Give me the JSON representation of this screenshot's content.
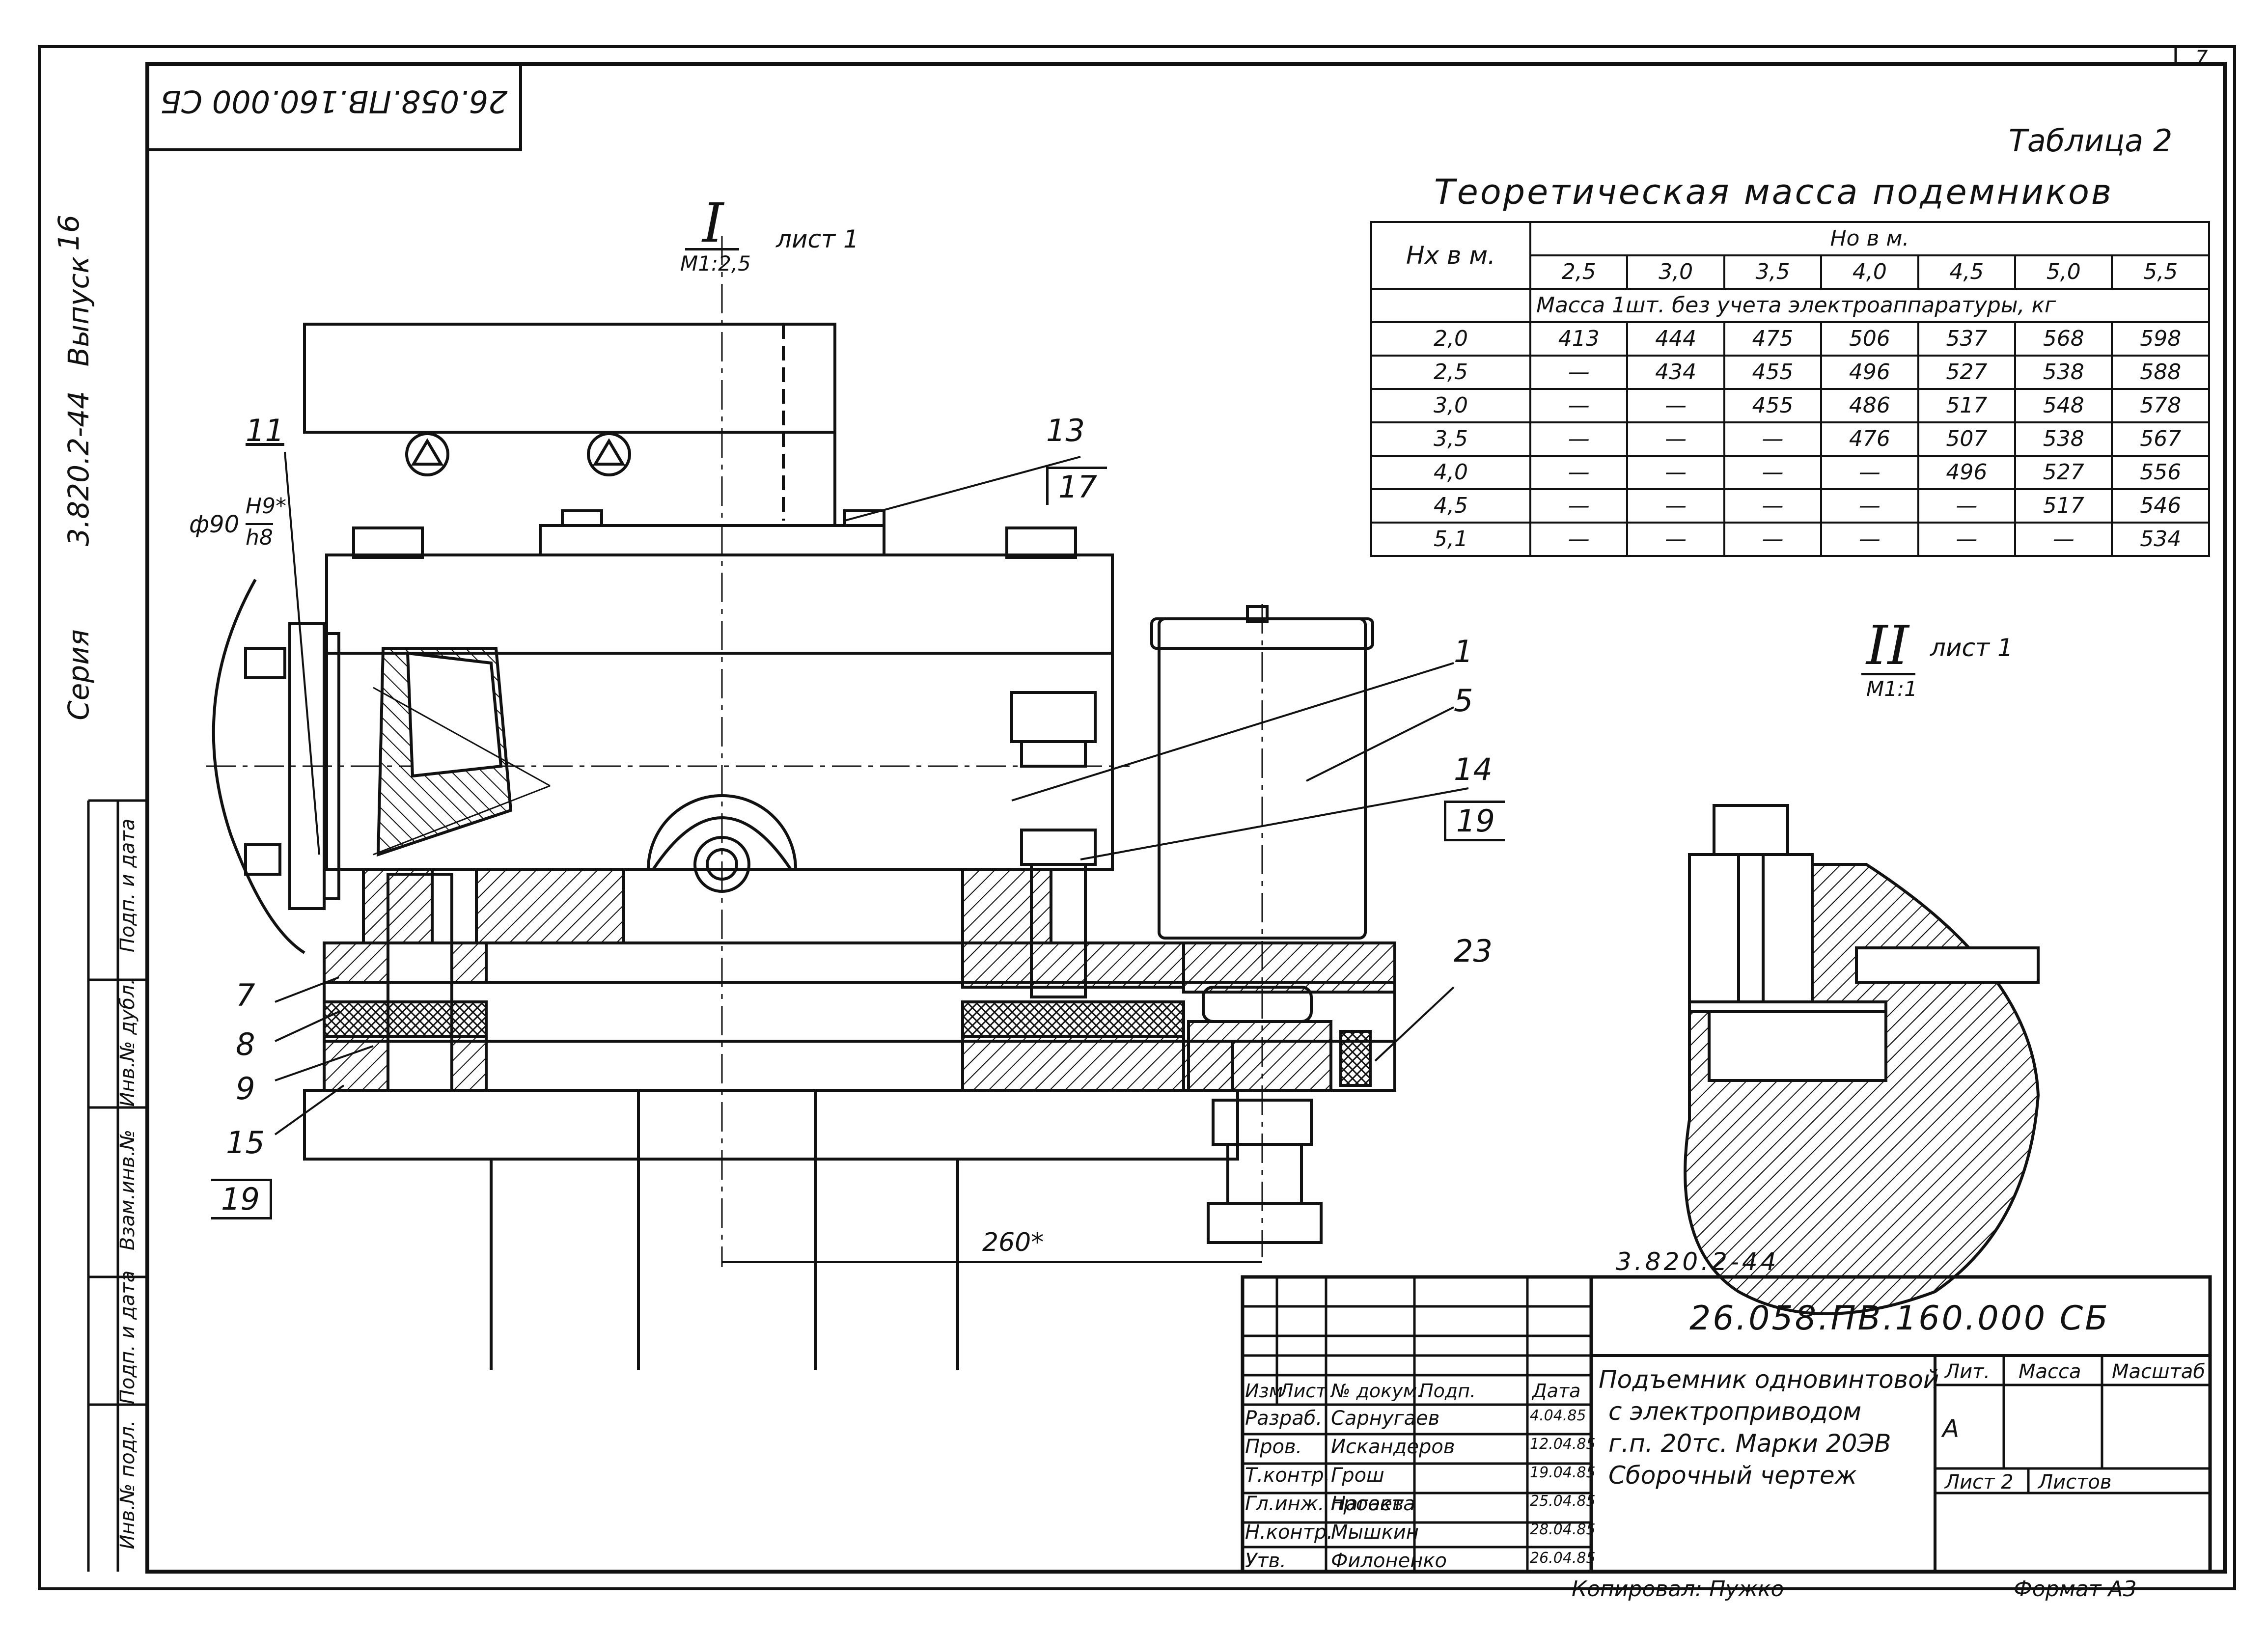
{
  "sheet_number": "7",
  "stamp_top_code": "26.058.ПВ.160.000 СБ",
  "side_stamp": {
    "series_label": "Серия",
    "series_value": "3.820.2-44",
    "issue_label": "Выпуск",
    "issue_value": "16",
    "cols": [
      "Инв.№ подл.",
      "Подп. и дата",
      "Взам.инв.№",
      "Инв.№ дубл.",
      "Подп. и дата"
    ]
  },
  "table": {
    "caption": "Таблица 2",
    "title": "Теоретическая масса подемников",
    "hx_header": "Нх в м.",
    "ho_header": "Но в м.",
    "ho_values": [
      "2,5",
      "3,0",
      "3,5",
      "4,0",
      "4,5",
      "5,0",
      "5,5"
    ],
    "mass_note": "Масса 1шт. без учета электроаппаратуры, кг",
    "rows": [
      {
        "hx": "2,0",
        "v": [
          "413",
          "444",
          "475",
          "506",
          "537",
          "568",
          "598"
        ]
      },
      {
        "hx": "2,5",
        "v": [
          "—",
          "434",
          "455",
          "496",
          "527",
          "538",
          "588"
        ]
      },
      {
        "hx": "3,0",
        "v": [
          "—",
          "—",
          "455",
          "486",
          "517",
          "548",
          "578"
        ]
      },
      {
        "hx": "3,5",
        "v": [
          "—",
          "—",
          "—",
          "476",
          "507",
          "538",
          "567"
        ]
      },
      {
        "hx": "4,0",
        "v": [
          "—",
          "—",
          "—",
          "—",
          "496",
          "527",
          "556"
        ]
      },
      {
        "hx": "4,5",
        "v": [
          "—",
          "—",
          "—",
          "—",
          "—",
          "517",
          "546"
        ]
      },
      {
        "hx": "5,1",
        "v": [
          "—",
          "—",
          "—",
          "—",
          "—",
          "—",
          "534"
        ]
      }
    ]
  },
  "view1": {
    "mark": "I",
    "sheet": "лист 1",
    "scale": "М1:2,5"
  },
  "view2": {
    "mark": "II",
    "sheet": "лист 1",
    "scale": "М1:1"
  },
  "dims": {
    "fit_top": "Н9*",
    "fit_bottom": "h8",
    "dia": "ф90",
    "span": "260*"
  },
  "callouts": [
    "11",
    "13",
    "17",
    "1",
    "5",
    "14",
    "19",
    "23",
    "7",
    "8",
    "9",
    "15",
    "19"
  ],
  "title_block": {
    "series_code": "3.820.2-44",
    "doc_code": "26.058.ПВ.160.000 СБ",
    "name_lines": [
      "Подъемник одновинтовой",
      "с электроприводом",
      "г.п. 20тс. Марки 20ЭВ",
      "Сборочный чертеж"
    ],
    "col_headers": [
      "Изм",
      "Лист",
      "№ докум.",
      "Подп.",
      "Дата"
    ],
    "staff": [
      {
        "role": "Разраб.",
        "name": "Сарнугаев",
        "date": "4.04.85"
      },
      {
        "role": "Пров.",
        "name": "Искандеров",
        "date": "12.04.85"
      },
      {
        "role": "Т.контр.",
        "name": "Грош",
        "date": "19.04.85"
      },
      {
        "role": "Гл.инж. проекта",
        "name": "Нагаев",
        "date": "25.04.85"
      },
      {
        "role": "Н.контр.",
        "name": "Мышкин",
        "date": "28.04.85"
      },
      {
        "role": "Утв.",
        "name": "Филоненко",
        "date": "26.04.85"
      }
    ],
    "lit_label": "Лит.",
    "mass_label": "Масса",
    "scale_label": "Масштаб",
    "lit_value": "А",
    "sheet_label": "Лист 2",
    "sheets_label": "Листов"
  },
  "footer": {
    "copied": "Копировал: Пужко",
    "format": "Формат А3"
  }
}
